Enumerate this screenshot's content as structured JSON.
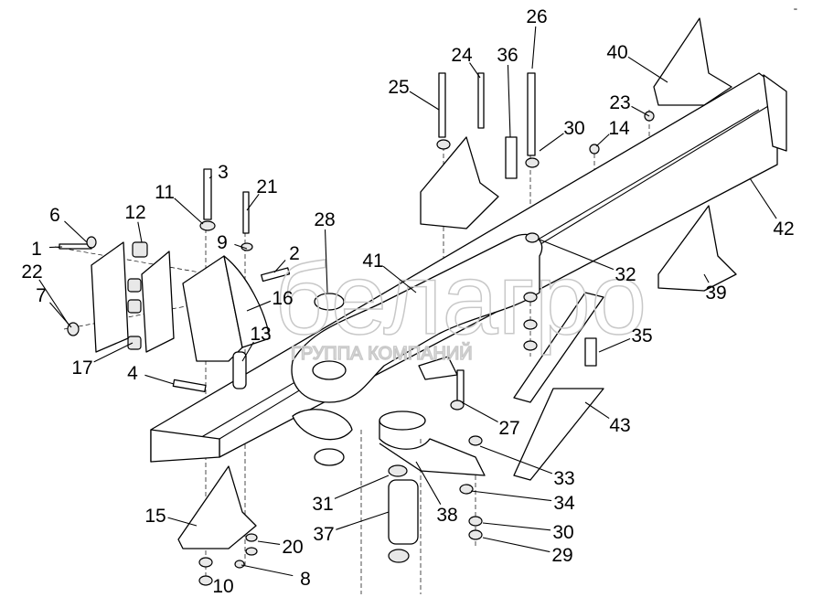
{
  "diagram": {
    "type": "exploded parts drawing",
    "part_labels": [
      "26",
      "24",
      "36",
      "40",
      "25",
      "23",
      "14",
      "30",
      "3",
      "11",
      "21",
      "12",
      "28",
      "6",
      "42",
      "9",
      "1",
      "41",
      "2",
      "22",
      "32",
      "16",
      "39",
      "7",
      "35",
      "13",
      "17",
      "4",
      "27",
      "43",
      "33",
      "31",
      "34",
      "15",
      "38",
      "37",
      "30",
      "20",
      "29",
      "8",
      "10"
    ]
  },
  "watermark": {
    "logo": "белагро",
    "subtitle": "ГРУППА КОМПАНИЙ"
  },
  "corner_mark": "ᵃᵉ"
}
